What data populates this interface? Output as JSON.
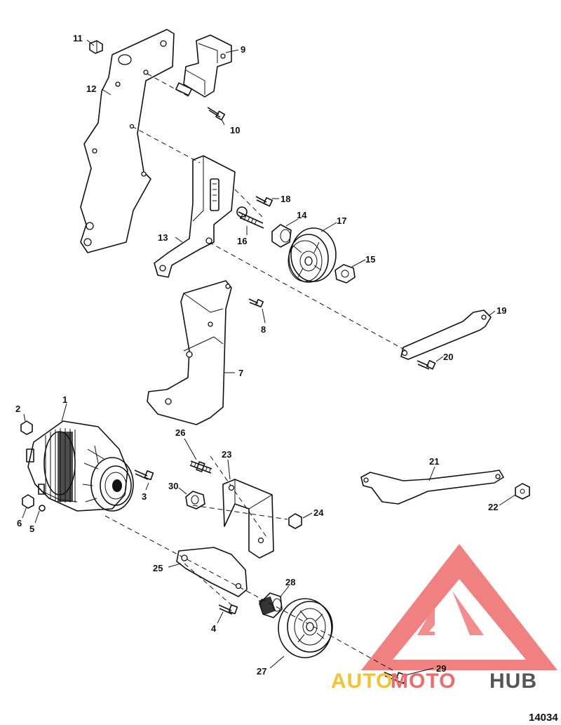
{
  "diagram": {
    "callouts": [
      "1",
      "2",
      "3",
      "4",
      "5",
      "6",
      "7",
      "8",
      "9",
      "10",
      "11",
      "12",
      "13",
      "14",
      "15",
      "16",
      "17",
      "18",
      "19",
      "20",
      "21",
      "22",
      "23",
      "24",
      "25",
      "26",
      "27",
      "28",
      "29",
      "30"
    ],
    "figure_code": "14034"
  },
  "watermark": {
    "auto": "AUTO",
    "moto": "MOTO",
    "hub": "HUB",
    "colors": {
      "triangle": "#ef6b6b",
      "auto": "#f4c430",
      "moto": "#ef6b6b",
      "hub": "#555555"
    }
  }
}
